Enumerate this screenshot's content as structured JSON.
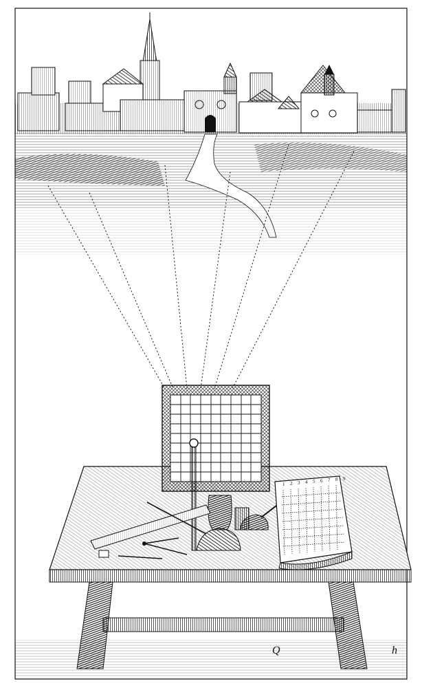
{
  "engraving": {
    "grid_numbers": [
      "1",
      "2",
      "3",
      "4",
      "5",
      "6",
      "7",
      "8",
      "9"
    ],
    "plate_mark_left": "Q",
    "plate_mark_right": "h"
  },
  "colors": {
    "ink": "#111111",
    "paper": "#ffffff"
  }
}
